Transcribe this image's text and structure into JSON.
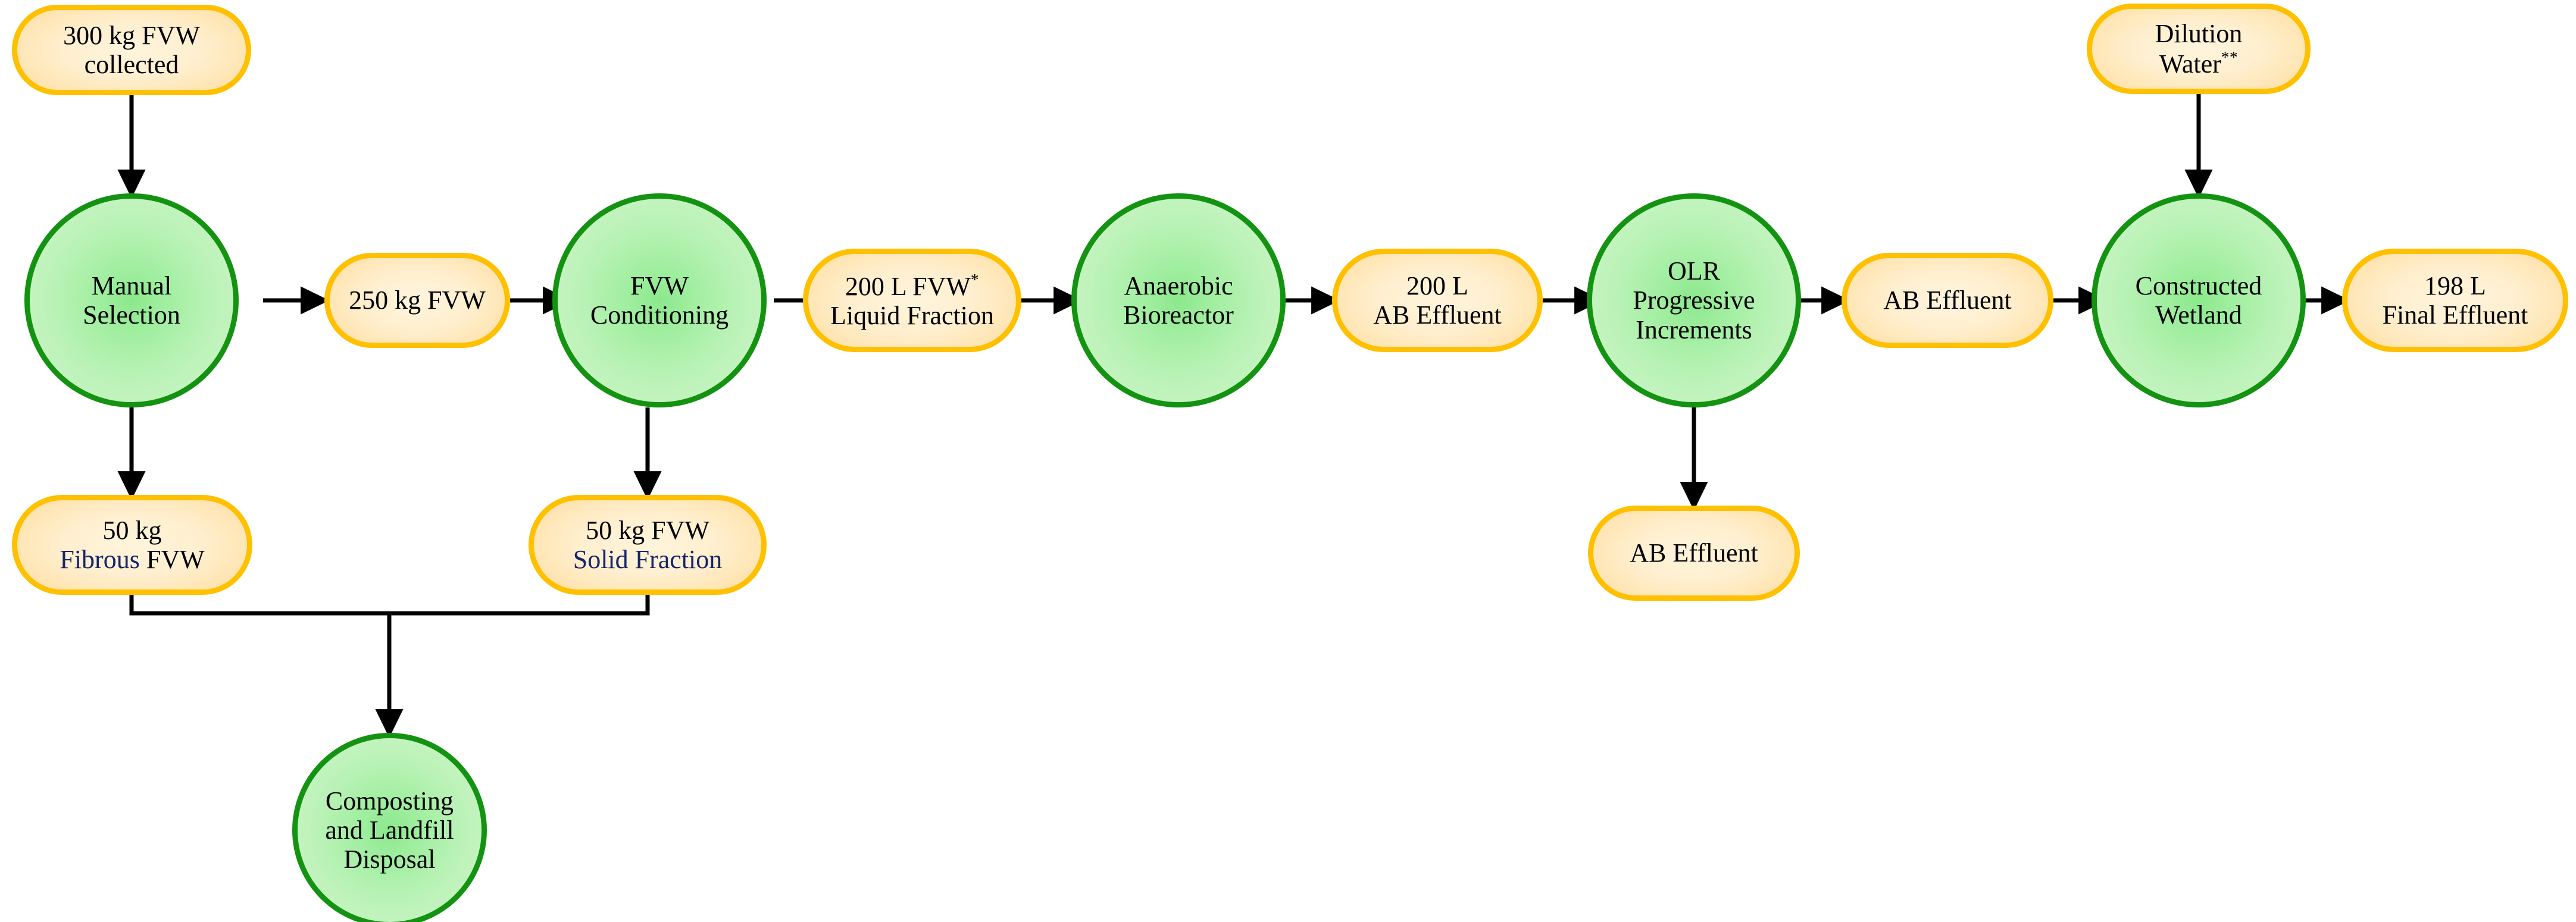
{
  "diagram": {
    "title": "FVW treatment process flow",
    "colors": {
      "pill_border": "#FFC000",
      "pill_fill": "#FFEFCF",
      "circle_border": "#139311",
      "circle_fill": "#BFF2BA",
      "edge": "#000000",
      "navy_text": "#16266B"
    },
    "footnote_markers": [
      "*",
      "**"
    ]
  },
  "nodes": [
    {
      "id": "fvw-collected",
      "shape": "pill",
      "lines": [
        {
          "text": "300 kg FVW",
          "color": "black"
        },
        {
          "text": "collected",
          "color": "black"
        }
      ]
    },
    {
      "id": "manual-selection",
      "shape": "circle",
      "lines": [
        {
          "text": "Manual",
          "color": "black"
        },
        {
          "text": "Selection",
          "color": "black"
        }
      ]
    },
    {
      "id": "fvw-250kg",
      "shape": "pill",
      "lines": [
        {
          "text": "250 kg FVW",
          "color": "black"
        }
      ]
    },
    {
      "id": "fvw-conditioning",
      "shape": "circle",
      "lines": [
        {
          "text": "FVW",
          "color": "black"
        },
        {
          "text": "Conditioning",
          "color": "black"
        }
      ]
    },
    {
      "id": "fvw-liquid-fraction",
      "shape": "pill",
      "lines": [
        {
          "text": "200 L FVW",
          "sup": "*",
          "color": "black"
        },
        {
          "text": "Liquid Fraction",
          "color": "black"
        }
      ]
    },
    {
      "id": "anaerobic-bioreactor",
      "shape": "circle",
      "lines": [
        {
          "text": "Anaerobic",
          "color": "black"
        },
        {
          "text": "Bioreactor",
          "color": "black"
        }
      ]
    },
    {
      "id": "ab-effluent-200l",
      "shape": "pill",
      "lines": [
        {
          "text": "200 L",
          "color": "black"
        },
        {
          "text": "AB Effluent",
          "color": "black"
        }
      ]
    },
    {
      "id": "olr-progressive-increments",
      "shape": "circle",
      "lines": [
        {
          "text": "OLR",
          "color": "black"
        },
        {
          "text": "Progressive",
          "color": "black"
        },
        {
          "text": "Increments",
          "color": "black"
        }
      ]
    },
    {
      "id": "ab-effluent-right",
      "shape": "pill",
      "lines": [
        {
          "text": "AB Effluent",
          "color": "black"
        }
      ]
    },
    {
      "id": "constructed-wetland",
      "shape": "circle",
      "lines": [
        {
          "text": "Constructed",
          "color": "black"
        },
        {
          "text": "Wetland",
          "color": "black"
        }
      ]
    },
    {
      "id": "final-effluent",
      "shape": "pill",
      "lines": [
        {
          "text": "198 L",
          "color": "black"
        },
        {
          "text": "Final Effluent",
          "color": "black"
        }
      ]
    },
    {
      "id": "dilution-water",
      "shape": "pill",
      "lines": [
        {
          "text": "Dilution",
          "color": "black"
        },
        {
          "text": "Water",
          "sup": "**",
          "color": "black"
        }
      ]
    },
    {
      "id": "fibrous-fvw",
      "shape": "pill",
      "lines": [
        {
          "text": "50 kg",
          "color": "black"
        },
        {
          "text": "Fibrous",
          "color": "navy",
          "text2": " FVW",
          "color2": "black"
        }
      ]
    },
    {
      "id": "fvw-solid-fraction",
      "shape": "pill",
      "lines": [
        {
          "text": "50 kg FVW",
          "color": "black"
        },
        {
          "text": "Solid Fraction",
          "color": "navy"
        }
      ]
    },
    {
      "id": "ab-effluent-bottom",
      "shape": "pill",
      "lines": [
        {
          "text": "AB Effluent",
          "color": "black"
        }
      ]
    },
    {
      "id": "composting-landfill",
      "shape": "circle",
      "lines": [
        {
          "text": "Composting",
          "color": "black"
        },
        {
          "text": "and Landfill",
          "color": "black"
        },
        {
          "text": "Disposal",
          "color": "black"
        }
      ]
    }
  ],
  "labels": {
    "fvw_collected_l1": "300 kg FVW",
    "fvw_collected_l2": "collected",
    "manual_selection_l1": "Manual",
    "manual_selection_l2": "Selection",
    "fvw_250kg_l1": "250 kg FVW",
    "fvw_conditioning_l1": "FVW",
    "fvw_conditioning_l2": "Conditioning",
    "fvw_liquid_l1": "200 L FVW",
    "fvw_liquid_l1_sup": "*",
    "fvw_liquid_l2": "Liquid Fraction",
    "anaerobic_l1": "Anaerobic",
    "anaerobic_l2": "Bioreactor",
    "ab200_l1": "200 L",
    "ab200_l2": "AB Effluent",
    "olr_l1": "OLR",
    "olr_l2": "Progressive",
    "olr_l3": "Increments",
    "ab_right_l1": "AB Effluent",
    "wetland_l1": "Constructed",
    "wetland_l2": "Wetland",
    "final_l1": "198 L",
    "final_l2": "Final Effluent",
    "dilution_l1": "Dilution",
    "dilution_l2": "Water",
    "dilution_l2_sup": "**",
    "fibrous_l1": "50 kg",
    "fibrous_l2a": "Fibrous",
    "fibrous_l2b": " FVW",
    "solid_l1": "50 kg FVW",
    "solid_l2": "Solid Fraction",
    "ab_bottom_l1": "AB Effluent",
    "compost_l1": "Composting",
    "compost_l2": "and Landfill",
    "compost_l3": "Disposal"
  },
  "edges": [
    {
      "from": "fvw-collected",
      "to": "manual-selection",
      "dir": "down"
    },
    {
      "from": "manual-selection",
      "to": "fvw-250kg",
      "dir": "right"
    },
    {
      "from": "manual-selection",
      "to": "fibrous-fvw",
      "dir": "down"
    },
    {
      "from": "fvw-250kg",
      "to": "fvw-conditioning",
      "dir": "right"
    },
    {
      "from": "fvw-conditioning",
      "to": "fvw-liquid-fraction",
      "dir": "right"
    },
    {
      "from": "fvw-conditioning",
      "to": "fvw-solid-fraction",
      "dir": "down"
    },
    {
      "from": "fvw-liquid-fraction",
      "to": "anaerobic-bioreactor",
      "dir": "right"
    },
    {
      "from": "anaerobic-bioreactor",
      "to": "ab-effluent-200l",
      "dir": "right"
    },
    {
      "from": "ab-effluent-200l",
      "to": "olr-progressive-increments",
      "dir": "right"
    },
    {
      "from": "olr-progressive-increments",
      "to": "ab-effluent-right",
      "dir": "right"
    },
    {
      "from": "olr-progressive-increments",
      "to": "ab-effluent-bottom",
      "dir": "down"
    },
    {
      "from": "ab-effluent-right",
      "to": "constructed-wetland",
      "dir": "right"
    },
    {
      "from": "dilution-water",
      "to": "constructed-wetland",
      "dir": "down"
    },
    {
      "from": "constructed-wetland",
      "to": "final-effluent",
      "dir": "right"
    },
    {
      "from": "fibrous-fvw",
      "to": "composting-landfill",
      "dir": "merge-down"
    },
    {
      "from": "fvw-solid-fraction",
      "to": "composting-landfill",
      "dir": "merge-down"
    }
  ]
}
